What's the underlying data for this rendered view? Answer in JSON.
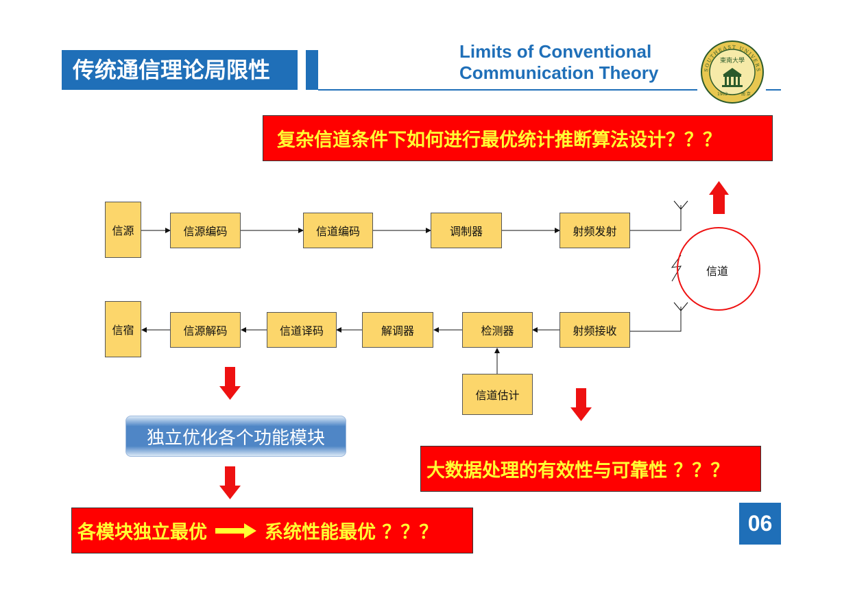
{
  "header": {
    "title": "传统通信理论局限性",
    "english_title_line1": "Limits of Conventional",
    "english_title_line2": "Communication Theory",
    "logo": {
      "icon": "university-seal",
      "center_text": "東南大學",
      "ring_text": "SOUTHEAST UNIVERSITY",
      "year_left": "1902",
      "year_right": "南 京"
    }
  },
  "questions": {
    "top": "复杂信道条件下如何进行最优统计推断算法设计？？？",
    "bigdata": "大数据处理的有效性与可靠性 ？？？",
    "bottom_left": "各模块独立最优",
    "bottom_right": "系统性能最优 ？？？"
  },
  "flow": {
    "tx": [
      "信源",
      "信源编码",
      "信道编码",
      "调制器",
      "射频发射"
    ],
    "rx": [
      "信宿",
      "信源解码",
      "信道译码",
      "解调器",
      "检测器",
      "射频接收"
    ],
    "estimate": "信道估计",
    "channel": "信道"
  },
  "optimize_label": "独立优化各个功能模块",
  "page_number": "06",
  "colors": {
    "brand_blue": "#1f6fb8",
    "question_red": "#ff0000",
    "question_text": "#ffff33",
    "block_fill": "#fcd66b",
    "arrow_red": "#ee1111"
  }
}
